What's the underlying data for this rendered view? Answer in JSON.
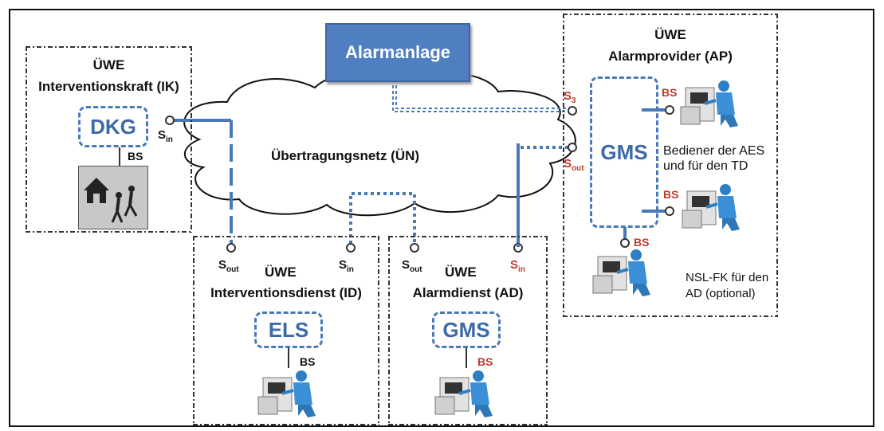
{
  "alarm_system": "Alarmanlage",
  "network_label": "Übertragungsnetz (ÜN)",
  "ik": {
    "uwe": "ÜWE",
    "title": "Interventionskraft (IK)",
    "component": "DKG",
    "bs": "BS",
    "port": "S",
    "port_sub": "in"
  },
  "id": {
    "uwe": "ÜWE",
    "title": "Interventionsdienst (ID)",
    "component": "ELS",
    "bs": "BS",
    "port_out": "S",
    "port_out_sub": "out",
    "port_in": "S",
    "port_in_sub": "in"
  },
  "ad": {
    "uwe": "ÜWE",
    "title": "Alarmdienst (AD)",
    "component": "GMS",
    "bs": "BS",
    "port_out": "S",
    "port_out_sub": "out",
    "port_in": "S",
    "port_in_sub": "in"
  },
  "ap": {
    "uwe": "ÜWE",
    "title": "Alarmprovider (AP)",
    "component": "GMS",
    "port_s3": "S",
    "port_s3_sub": "3",
    "port_out": "S",
    "port_out_sub": "out",
    "bs": "BS",
    "operator_text_1": "Bediener der AES",
    "operator_text_2": "und für den TD",
    "nsl_text_1": "NSL-FK für den",
    "nsl_text_2": "AD (optional)"
  },
  "colors": {
    "accent_blue": "#4f7fc0",
    "line_blue": "#4a79b8",
    "label_red": "#c0392b"
  }
}
